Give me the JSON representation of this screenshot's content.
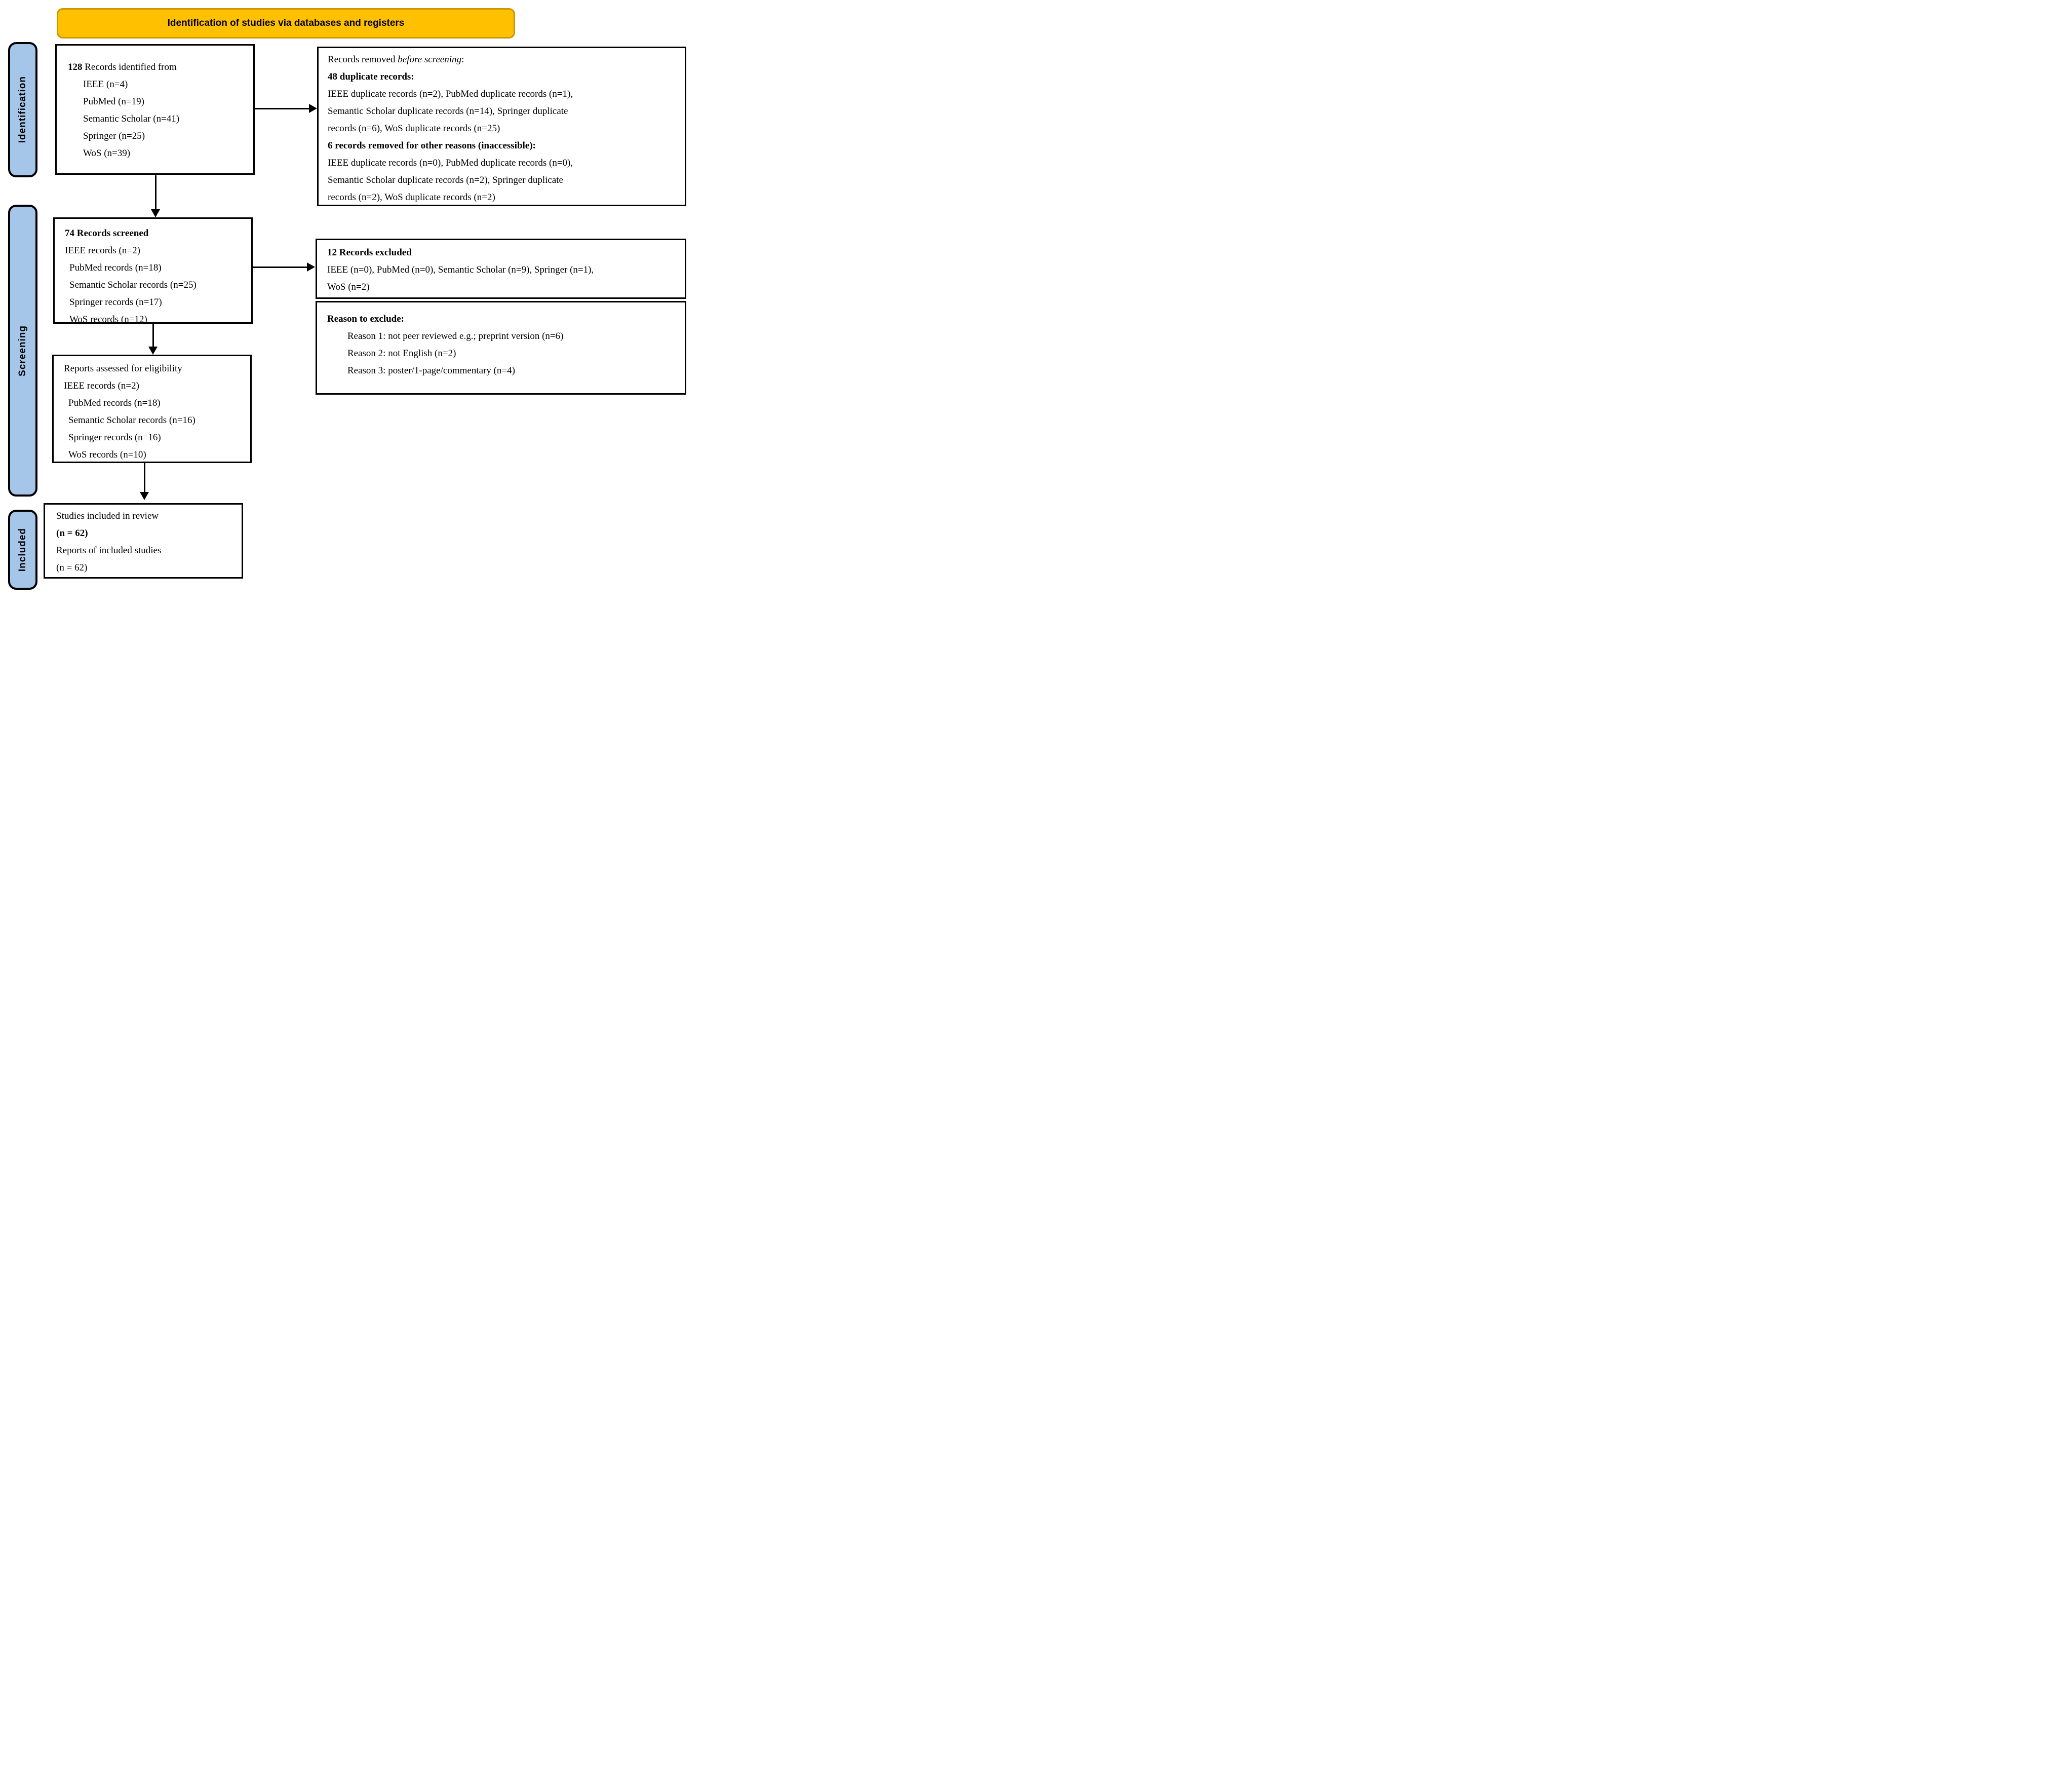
{
  "banner": {
    "title": "Identification of studies via databases and registers"
  },
  "sidebar": {
    "identification": "Identification",
    "screening": "Screening",
    "included": "Included"
  },
  "colors": {
    "banner_fill": "#FFC000",
    "banner_border": "#C99700",
    "sidebar_fill": "#A5C6E9",
    "box_border": "#000000",
    "background": "#FFFFFF"
  },
  "boxes": {
    "identified": {
      "count": "128",
      "lead": " Records identified from",
      "items": [
        "IEEE (n=4)",
        "PubMed (n=19)",
        "Semantic Scholar (n=41)",
        "Springer (n=25)",
        "WoS (n=39)"
      ]
    },
    "removed": {
      "line1_pre": "Records removed ",
      "line1_italic": "before screening",
      "line1_post": ":",
      "dup_heading": "48 duplicate records:",
      "dup_lines": [
        "IEEE duplicate records (n=2), PubMed duplicate records (n=1),",
        "Semantic Scholar duplicate records (n=14), Springer duplicate",
        "records (n=6), WoS duplicate records (n=25)"
      ],
      "other_heading": "6 records removed for other reasons (inaccessible):",
      "other_lines": [
        "IEEE duplicate records (n=0), PubMed duplicate records (n=0),",
        "Semantic Scholar duplicate records (n=2), Springer duplicate",
        "records (n=2), WoS duplicate records (n=2)"
      ]
    },
    "screened": {
      "heading": "74 Records screened",
      "items": [
        "IEEE records (n=2)",
        "PubMed records (n=18)",
        "Semantic Scholar records (n=25)",
        "Springer records (n=17)",
        "WoS records (n=12)"
      ]
    },
    "excluded": {
      "heading": "12 Records excluded",
      "lines": [
        "IEEE (n=0), PubMed (n=0), Semantic Scholar (n=9), Springer (n=1),",
        "WoS (n=2)"
      ]
    },
    "reasons": {
      "heading": "Reason to exclude:",
      "items": [
        "Reason 1: not peer reviewed e.g.; preprint version (n=6)",
        "Reason 2: not English (n=2)",
        "Reason 3: poster/1-page/commentary (n=4)"
      ]
    },
    "assessed": {
      "heading": "Reports assessed for eligibility",
      "items": [
        "IEEE records (n=2)",
        "PubMed records (n=18)",
        "Semantic Scholar records (n=16)",
        "Springer records (n=16)",
        "WoS records (n=10)"
      ]
    },
    "included": {
      "line1": "Studies included in review",
      "count1": "(n = 62)",
      "line3": "Reports of included studies",
      "count2": "(n = 62)"
    }
  }
}
